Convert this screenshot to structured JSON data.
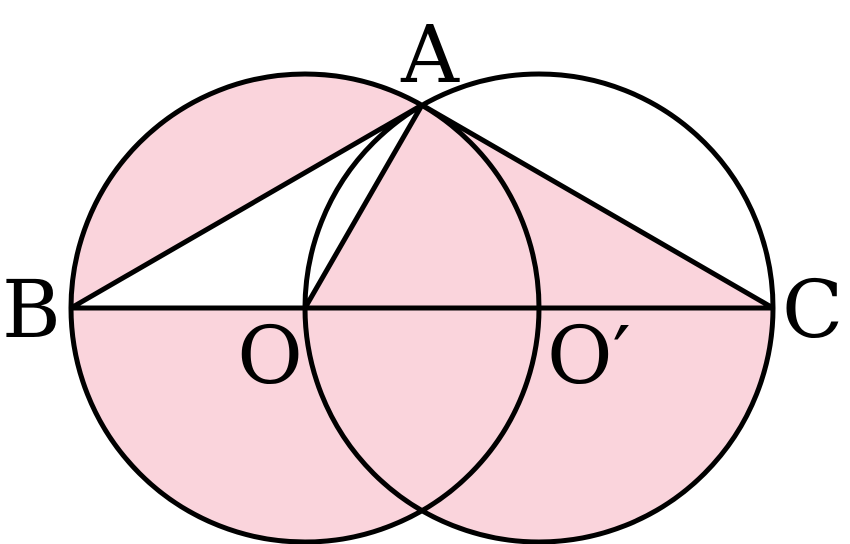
{
  "labels": {
    "A": "A",
    "B": "B",
    "C": "C",
    "O": "O",
    "O_prime": "O′"
  },
  "colors": {
    "shaded_fill": "#fad4dc",
    "stroke": "#000000",
    "background": "#ffffff"
  }
}
